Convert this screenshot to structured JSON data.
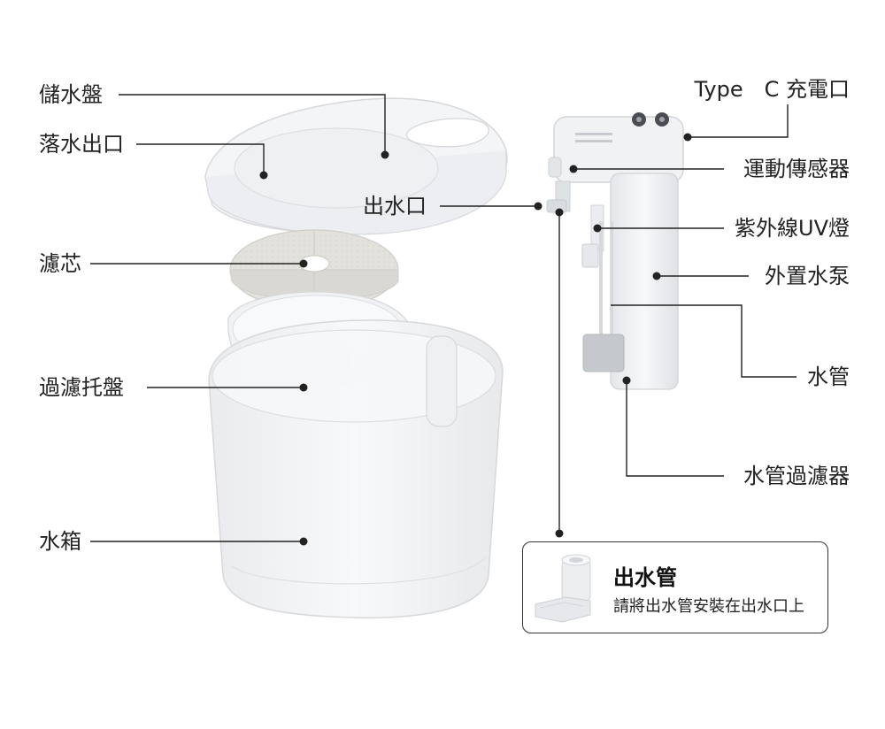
{
  "labels": {
    "reservoir_tray": "儲水盤",
    "drain_outlet": "落水出口",
    "filter_core": "濾芯",
    "filter_tray": "過濾托盤",
    "water_tank": "水箱",
    "water_outlet": "出水口",
    "type_c_port": "Type　C 充電口",
    "motion_sensor": "運動傳感器",
    "uv_lamp": "紫外線UV燈",
    "external_pump": "外置水泵",
    "water_pipe": "水管",
    "pipe_filter": "水管過濾器"
  },
  "callout": {
    "title": "出水管",
    "description": "請將出水管安裝在出水口上"
  },
  "colors": {
    "line": "#222222",
    "text": "#222222",
    "part_fill": "#f3f4f6",
    "part_stroke": "#d7d9dd"
  }
}
